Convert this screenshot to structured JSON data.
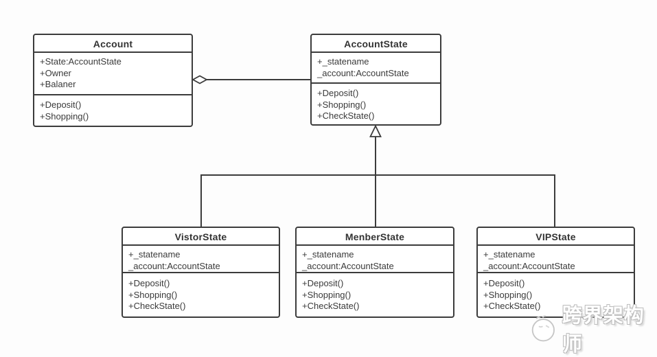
{
  "diagram": {
    "type": "uml-class-diagram",
    "colors": {
      "line": "#3b3b3b",
      "background": "#fdfdfd",
      "box_fill": "#ffffff",
      "text": "#3a3a3a"
    },
    "classes": [
      {
        "id": "account",
        "title": "Account",
        "attributes": [
          "+State:AccountState",
          "+Owner",
          "+Balaner"
        ],
        "methods": [
          "+Deposit()",
          "+Shopping()"
        ]
      },
      {
        "id": "accountstate",
        "title": "AccountState",
        "attributes": [
          "+_statename",
          "_account:AccountState"
        ],
        "methods": [
          "+Deposit()",
          "+Shopping()",
          "+CheckState()"
        ]
      },
      {
        "id": "vistorstate",
        "title": "VistorState",
        "attributes": [
          "+_statename",
          "_account:AccountState"
        ],
        "methods": [
          "+Deposit()",
          "+Shopping()",
          "+CheckState()"
        ]
      },
      {
        "id": "menberstate",
        "title": "MenberState",
        "attributes": [
          "+_statename",
          "_account:AccountState"
        ],
        "methods": [
          "+Deposit()",
          "+Shopping()",
          "+CheckState()"
        ]
      },
      {
        "id": "vipstate",
        "title": "VIPState",
        "attributes": [
          "+_statename",
          "_account:AccountState"
        ],
        "methods": [
          "+Deposit()",
          "+Shopping()",
          "+CheckState()"
        ]
      }
    ],
    "relationships": [
      {
        "type": "aggregation",
        "from": "AccountState",
        "to": "Account",
        "marker": "hollow-diamond"
      },
      {
        "type": "inheritance",
        "from": "VistorState",
        "to": "AccountState",
        "marker": "hollow-triangle"
      },
      {
        "type": "inheritance",
        "from": "MenberState",
        "to": "AccountState",
        "marker": "hollow-triangle"
      },
      {
        "type": "inheritance",
        "from": "VIPState",
        "to": "AccountState",
        "marker": "hollow-triangle"
      }
    ]
  },
  "watermark": {
    "text": "跨界架构师",
    "icon": "circle-badge-icon"
  }
}
